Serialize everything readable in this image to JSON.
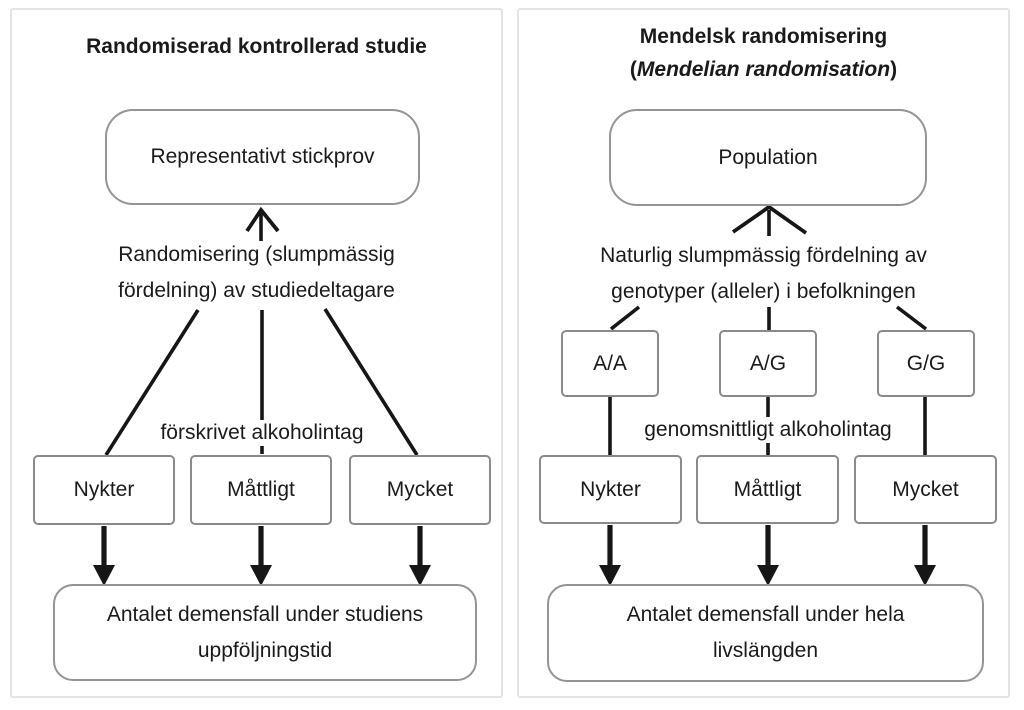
{
  "colors": {
    "line": "#161616",
    "text": "#1a1a1a",
    "box-border": "#8a8a8a",
    "round-border": "#949494",
    "panel-border": "#e4e4e4"
  },
  "left": {
    "title": "Randomiserad kontrollerad studie",
    "top_box": "Representativt stickprov",
    "process": {
      "lines": [
        "Randomisering (slumpmässig",
        "fördelning) av studiedeltagare"
      ]
    },
    "exposure_label": "förskrivet alkoholintag",
    "groups": [
      "Nykter",
      "Måttligt",
      "Mycket"
    ],
    "outcome": {
      "lines": [
        "Antalet demensfall under studiens",
        "uppföljningstid"
      ]
    }
  },
  "right": {
    "title_line1": "Mendelsk randomisering",
    "title_line2": {
      "open": "(",
      "italic": "Mendelian randomisation",
      "close": ")"
    },
    "top_box": "Population",
    "process": {
      "lines": [
        "Naturlig slumpmässig fördelning av",
        "genotyper (alleler) i befolkningen"
      ]
    },
    "genotypes": [
      "A/A",
      "A/G",
      "G/G"
    ],
    "exposure_label": "genomsnittligt alkoholintag",
    "groups": [
      "Nykter",
      "Måttligt",
      "Mycket"
    ],
    "outcome": {
      "lines": [
        "Antalet demensfall under hela",
        "livslängden"
      ]
    }
  }
}
